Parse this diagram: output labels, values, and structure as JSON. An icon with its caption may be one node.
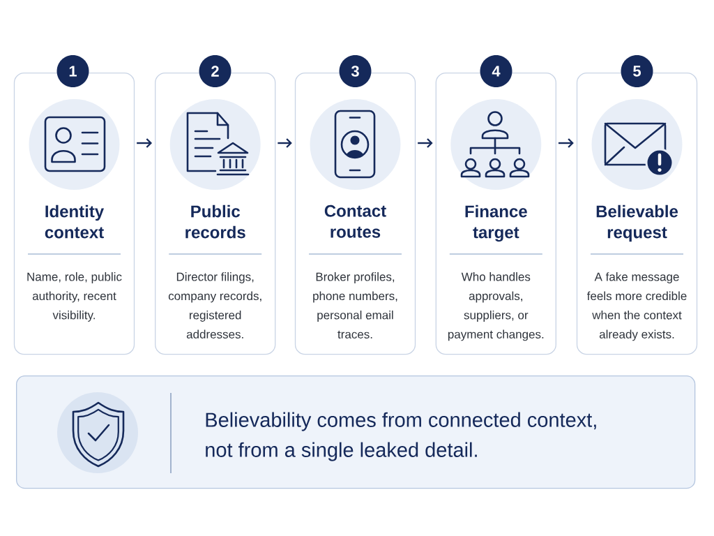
{
  "diagram": {
    "nodes": [
      {
        "text": [
          "1"
        ]
      },
      {
        "text": [
          "Identity context",
          "Name, role, public authority, recent visibility."
        ]
      },
      {
        "text": [
          "2"
        ]
      },
      {
        "text": [
          "Public records",
          "Director filings, company records, registered addresses."
        ]
      },
      {
        "text": [
          "3"
        ]
      },
      {
        "text": [
          "Contact routes",
          "Broker profiles, phone numbers, personal email traces."
        ]
      },
      {
        "text": [
          "4"
        ]
      },
      {
        "text": [
          "Finance target",
          "Who handles approvals, suppliers, or payment changes."
        ]
      },
      {
        "text": [
          "5"
        ]
      },
      {
        "text": [
          "Believable request",
          "A fake message feels more credible when the context already exists."
        ]
      },
      {
        "text": [
          "Believability comes from connected context, not from a single leaked detail."
        ]
      }
    ],
    "edges": [
      {
        "from": 1,
        "to": 3,
        "arrow": "to"
      },
      {
        "from": 3,
        "to": 5,
        "arrow": "to"
      },
      {
        "from": 5,
        "to": 7,
        "arrow": "to"
      },
      {
        "from": 7,
        "to": 9,
        "arrow": "to"
      }
    ]
  }
}
